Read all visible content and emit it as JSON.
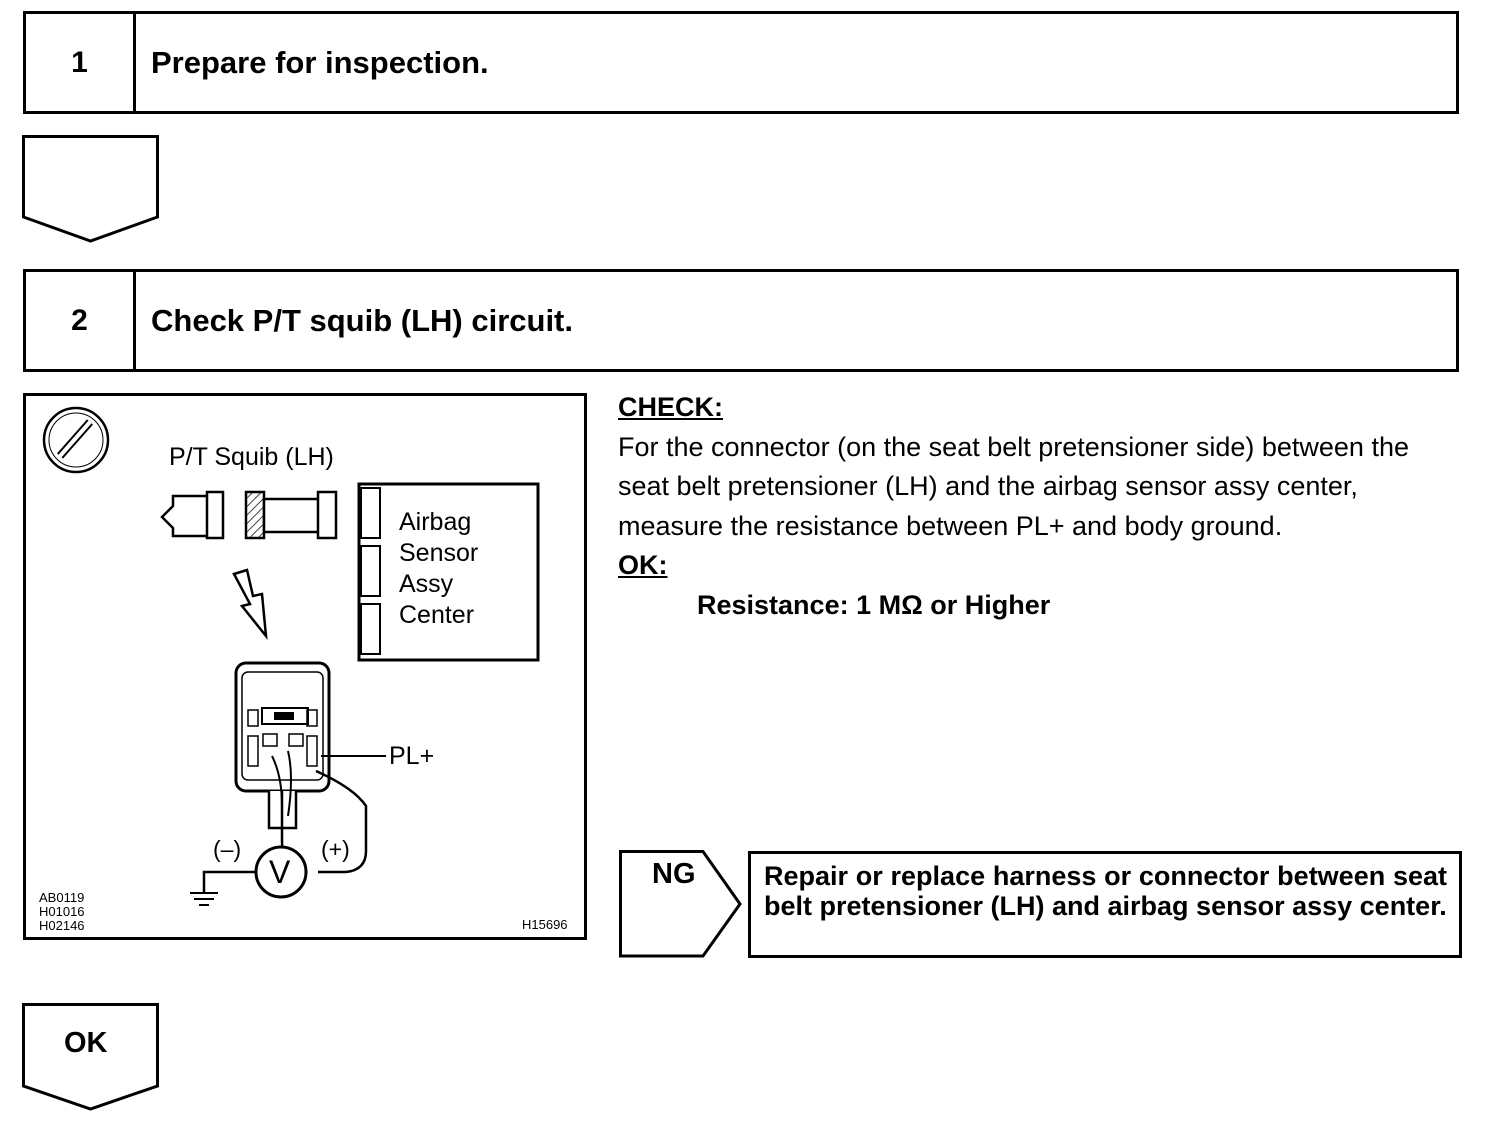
{
  "steps": [
    {
      "number": "1",
      "title": "Prepare for inspection."
    },
    {
      "number": "2",
      "title": "Check P/T squib (LH) circuit."
    }
  ],
  "figure": {
    "squib_label": "P/T Squib (LH)",
    "sensor_label_lines": [
      "Airbag",
      "Sensor",
      "Assy",
      "Center"
    ],
    "terminal_label": "PL+",
    "minus_label": "(–)",
    "plus_label": "(+)",
    "meter_symbol": "V",
    "ref_codes": "AB0119\nH01016\nH02146",
    "figure_id": "H15696"
  },
  "check": {
    "heading": "CHECK:",
    "text": "For the connector (on the seat belt pretensioner side) between the seat belt pretensioner (LH) and the airbag sensor assy center, measure the resistance between PL+ and body ground.",
    "ok_heading": "OK:",
    "spec": "Resistance: 1 MΩ or Higher"
  },
  "ng": {
    "label": "NG",
    "result": "Repair or replace harness or connector between seat belt pretensioner (LH) and airbag sensor assy center."
  },
  "ok_label": "OK"
}
